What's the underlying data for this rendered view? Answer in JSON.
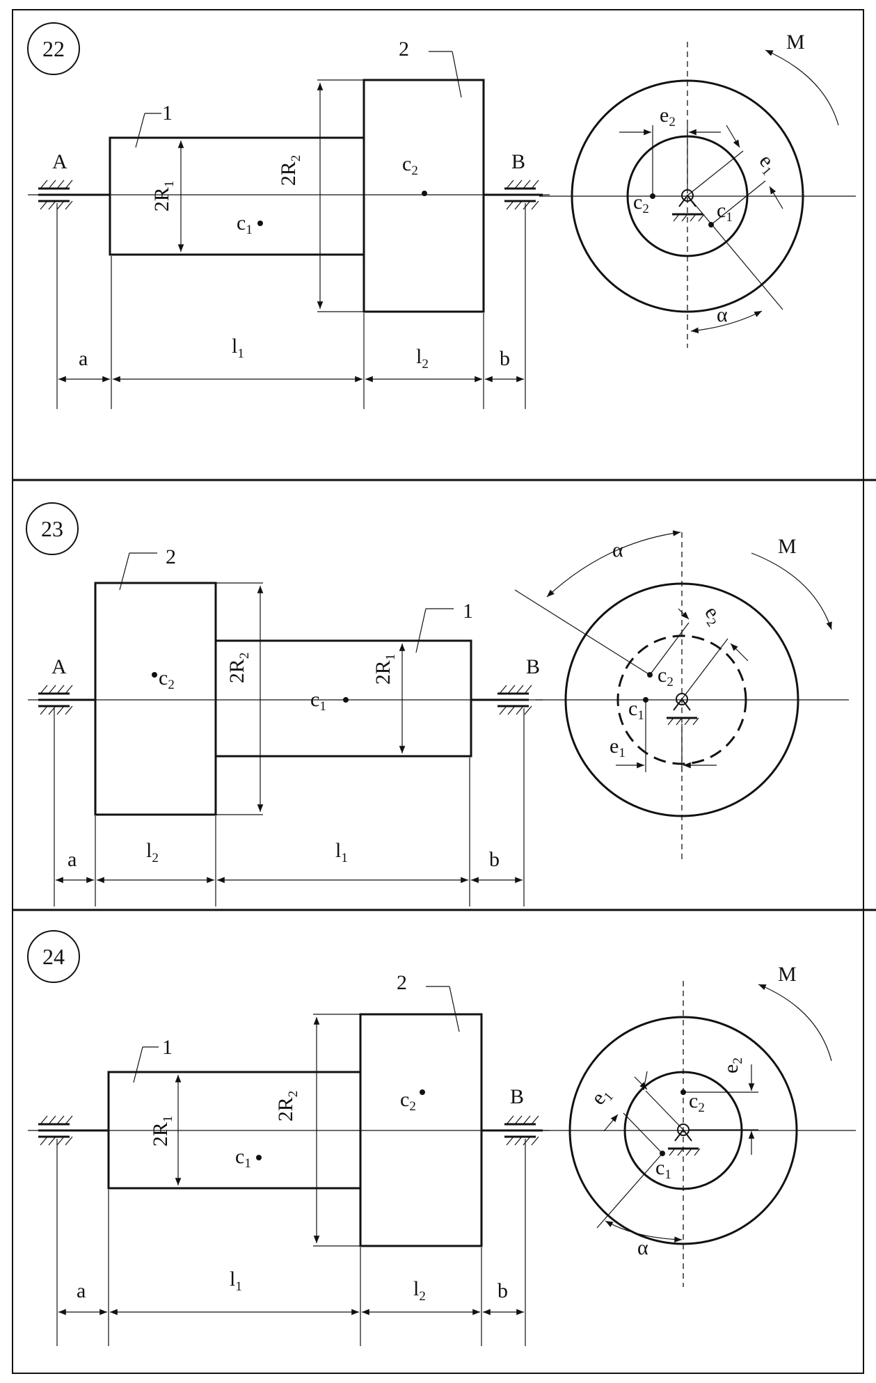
{
  "panels": [
    {
      "number": "22",
      "support_left": "A",
      "support_right": "B",
      "part1": "1",
      "part2": "2",
      "r1": "2R",
      "r1_sub": "1",
      "r2": "2R",
      "r2_sub": "2",
      "c1": "c",
      "c1_sub": "1",
      "c2": "c",
      "c2_sub": "2",
      "dim_a": "a",
      "dim_b": "b",
      "dim_l1": "l",
      "dim_l1_sub": "1",
      "dim_l2": "l",
      "dim_l2_sub": "2",
      "moment": "M",
      "angle": "α",
      "e1": "e",
      "e1_sub": "1",
      "e2": "e",
      "e2_sub": "2"
    },
    {
      "number": "23",
      "support_left": "A",
      "support_right": "B",
      "part1": "1",
      "part2": "2",
      "r1": "2R",
      "r1_sub": "1",
      "r2": "2R",
      "r2_sub": "2",
      "c1": "c",
      "c1_sub": "1",
      "c2": "c",
      "c2_sub": "2",
      "dim_a": "a",
      "dim_b": "b",
      "dim_l1": "l",
      "dim_l1_sub": "1",
      "dim_l2": "l",
      "dim_l2_sub": "2",
      "moment": "M",
      "angle": "α",
      "e1": "e",
      "e1_sub": "1",
      "e2": "e",
      "e2_sub": "2"
    },
    {
      "number": "24",
      "support_left": "",
      "support_right": "B",
      "part1": "1",
      "part2": "2",
      "r1": "2R",
      "r1_sub": "1",
      "r2": "2R",
      "r2_sub": "2",
      "c1": "c",
      "c1_sub": "1",
      "c2": "c",
      "c2_sub": "2",
      "dim_a": "a",
      "dim_b": "b",
      "dim_l1": "l",
      "dim_l1_sub": "1",
      "dim_l2": "l",
      "dim_l2_sub": "2",
      "moment": "M",
      "angle": "α",
      "e1": "e",
      "e1_sub": "1",
      "e2": "e",
      "e2_sub": "2"
    }
  ]
}
